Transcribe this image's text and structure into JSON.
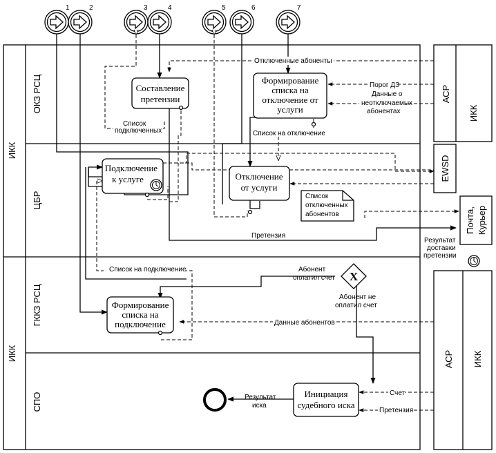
{
  "pools": {
    "left_top": "ИКК",
    "left_bottom": "ИКК",
    "right_top_inner": "АСР",
    "right_top_outer": "ИКК",
    "right_mid": "EWSD",
    "right_courier": "Почта, Курьер",
    "right_bottom_inner": "АСР",
    "right_bottom_outer": "ИКК"
  },
  "lanes": [
    "ОКЗ РСЦ",
    "ЦБР",
    "ГККЗ РСЦ",
    "СПО"
  ],
  "events": [
    "1",
    "2",
    "3",
    "4",
    "5",
    "6",
    "7"
  ],
  "tasks": {
    "claim": [
      "Составление",
      "претензии"
    ],
    "form_disconnect": [
      "Формирование",
      "списка на",
      "отключение от",
      "услуги"
    ],
    "connect": [
      "Подключение",
      "к услуге"
    ],
    "disconnect": [
      "Отключение",
      "от услуги"
    ],
    "form_connect": [
      "Формирование",
      "списка на",
      "подключение"
    ],
    "lawsuit": [
      "Инициация",
      "судебного иска"
    ]
  },
  "document": [
    "Список",
    "отключенных",
    "абонентов"
  ],
  "labels": {
    "disconnected_subscribers": "Отключенные абоненты",
    "debt_threshold": "Порог ДЗ",
    "non_disconnect_data": [
      "Данные о",
      "неотключаемых",
      "абонентах"
    ],
    "connected_list": [
      "Список",
      "подключенных"
    ],
    "disconnect_list": "Список на отключение",
    "claim_flow": "Претензия",
    "connect_list": "Список на подключение",
    "delivery_result": [
      "Результат",
      "доставки",
      "претензии"
    ],
    "paid": [
      "Абонент",
      "оплатил счет"
    ],
    "not_paid": [
      "Абонент не",
      "оплатил счет"
    ],
    "subscriber_data": "Данные абонентов",
    "invoice": "Счет",
    "claim_in": "Претензия",
    "lawsuit_result": [
      "Результат",
      "иска"
    ]
  }
}
